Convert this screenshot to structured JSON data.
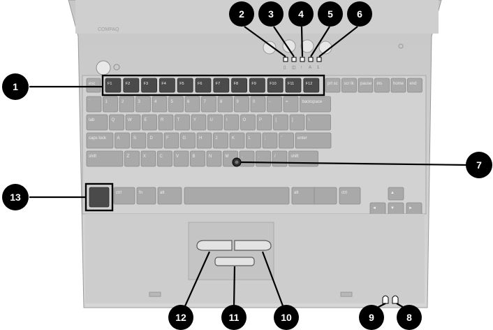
{
  "figure": {
    "brand_text": "COMPAQ",
    "function_keys": [
      "F1",
      "F2",
      "F3",
      "F4",
      "F5",
      "F6",
      "F7",
      "F8",
      "F9",
      "F10",
      "F11",
      "F12"
    ],
    "top_row_left_key": "esc",
    "top_row_right_keys": [
      "prt sc",
      "scr lk",
      "pause",
      "ins",
      "home",
      "end"
    ],
    "row1_keys": [
      "`",
      "1",
      "2",
      "3",
      "4",
      "5",
      "6",
      "7",
      "8",
      "9",
      "0",
      "-",
      "=",
      "backspace"
    ],
    "row2_keys": [
      "tab",
      "Q",
      "W",
      "E",
      "R",
      "T",
      "Y",
      "U",
      "I",
      "O",
      "P",
      "[",
      "]",
      "\\"
    ],
    "row3_keys": [
      "caps lock",
      "A",
      "S",
      "D",
      "F",
      "G",
      "H",
      "J",
      "K",
      "L",
      ";",
      "'",
      "enter"
    ],
    "row4_keys": [
      "shift",
      "Z",
      "X",
      "C",
      "V",
      "B",
      "N",
      "M",
      ",",
      ".",
      "/",
      "shift"
    ],
    "row5_keys": [
      "ctrl",
      "fn",
      "alt",
      "",
      "alt",
      "ctrl"
    ],
    "arrow_keys": [
      "▲",
      "◄",
      "▼",
      "►"
    ],
    "indicator_glyphs": [
      "▯",
      "◫",
      "↑",
      "A",
      "1"
    ],
    "callouts": [
      "1",
      "2",
      "3",
      "4",
      "5",
      "6",
      "7",
      "8",
      "9",
      "10",
      "11",
      "12",
      "13"
    ]
  }
}
